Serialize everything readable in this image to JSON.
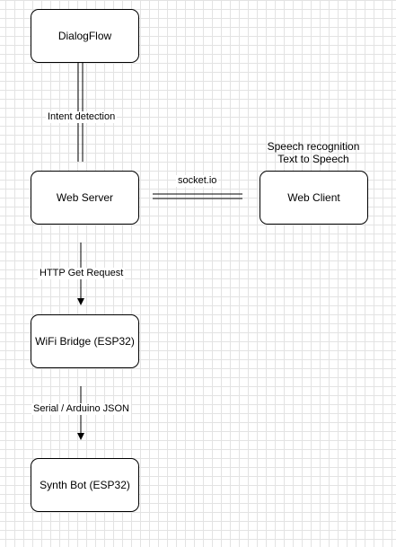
{
  "diagram": {
    "nodes": {
      "dialogflow": "DialogFlow",
      "web_server": "Web Server",
      "web_client": "Web Client",
      "wifi_bridge": "WiFi Bridge (ESP32)",
      "synth_bot": "Synth Bot (ESP32)"
    },
    "web_client_caption": {
      "line1": "Speech recognition",
      "line2": "Text to Speech"
    },
    "edges": [
      {
        "from": "DialogFlow",
        "to": "Web Server",
        "style": "double-line",
        "label": "Intent detection"
      },
      {
        "from": "Web Server",
        "to": "Web Client",
        "style": "double-line",
        "label": "socket.io"
      },
      {
        "from": "Web Server",
        "to": "WiFi Bridge (ESP32)",
        "style": "arrow",
        "label": "HTTP Get Request"
      },
      {
        "from": "WiFi Bridge (ESP32)",
        "to": "Synth Bot (ESP32)",
        "style": "arrow",
        "label": "Serial / Arduino JSON"
      }
    ]
  }
}
